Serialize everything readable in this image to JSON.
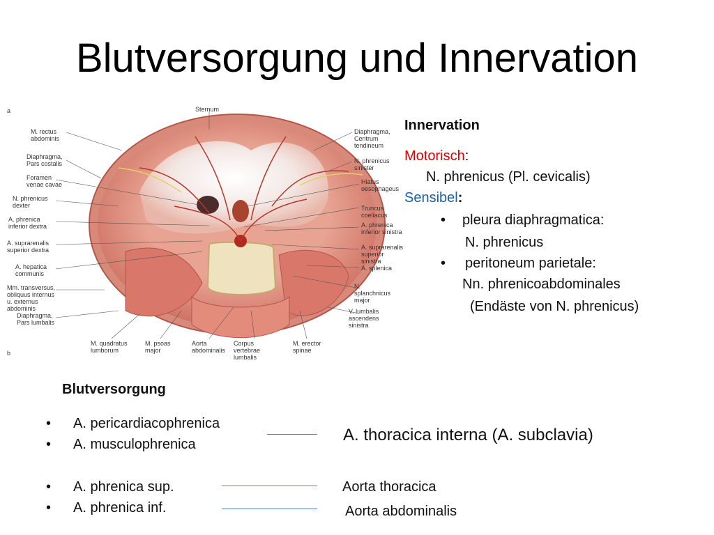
{
  "slide": {
    "title": "Blutversorgung und Innervation"
  },
  "innervation": {
    "heading": "Innervation",
    "motorisch_label": "Motorisch",
    "motorisch_colon": ":",
    "motorisch_nerve": "N. phrenicus (Pl. cevicalis)",
    "sensibel_label": "Sensibel",
    "sensibel_colon": ":",
    "items": [
      {
        "bullet": "•",
        "name": "pleura diaphragmatica:",
        "nerve": "N. phrenicus"
      },
      {
        "bullet": "•",
        "name": "peritoneum parietale:",
        "nerve": "Nn. phrenicoabdominales",
        "note": "(Endäste  von N. phrenicus)"
      }
    ]
  },
  "blutversorgung": {
    "heading": "Blutversorgung",
    "bullets": [
      {
        "bullet": "•",
        "text": "A. pericardiacophrenica"
      },
      {
        "bullet": "•",
        "text": "A. musculophrenica"
      },
      {
        "bullet": "•",
        "text": "A. phrenica sup."
      },
      {
        "bullet": "•",
        "text": "A. phrenica inf."
      }
    ],
    "sources": [
      "A. thoracica interna (A. subclavia)",
      "Aorta thoracica",
      "Aorta abdominalis"
    ]
  },
  "figure": {
    "panel_a": "a",
    "panel_b": "b",
    "labels_left": [
      "M. rectus abdominis",
      "Diaphragma, Pars costalis",
      "Foramen venae cavae",
      "N. phrenicus dexter",
      "A. phrenica inferior dextra",
      "A. suprarenalis superior dextra",
      "A. hepatica communis",
      "Mm. transversus, obliquus internus u. externus abdominis",
      "Diaphragma, Pars lumbalis"
    ],
    "labels_top": [
      "Sternum"
    ],
    "labels_right": [
      "Diaphragma, Centrum tendineum",
      "N. phrenicus sinister",
      "Hiatus oesophageus",
      "Truncus coeliacus",
      "A. phrenica inferior sinistra",
      "A. suprarenalis superior sinistra",
      "A. splenica",
      "N. splanchnicus major",
      "V. lumbalis ascendens sinistra"
    ],
    "labels_bottom": [
      "M. quadratus lumborum",
      "M. psoas major",
      "Aorta abdominalis",
      "Corpus vertebrae lumbalis",
      "M. erector spinae"
    ]
  }
}
